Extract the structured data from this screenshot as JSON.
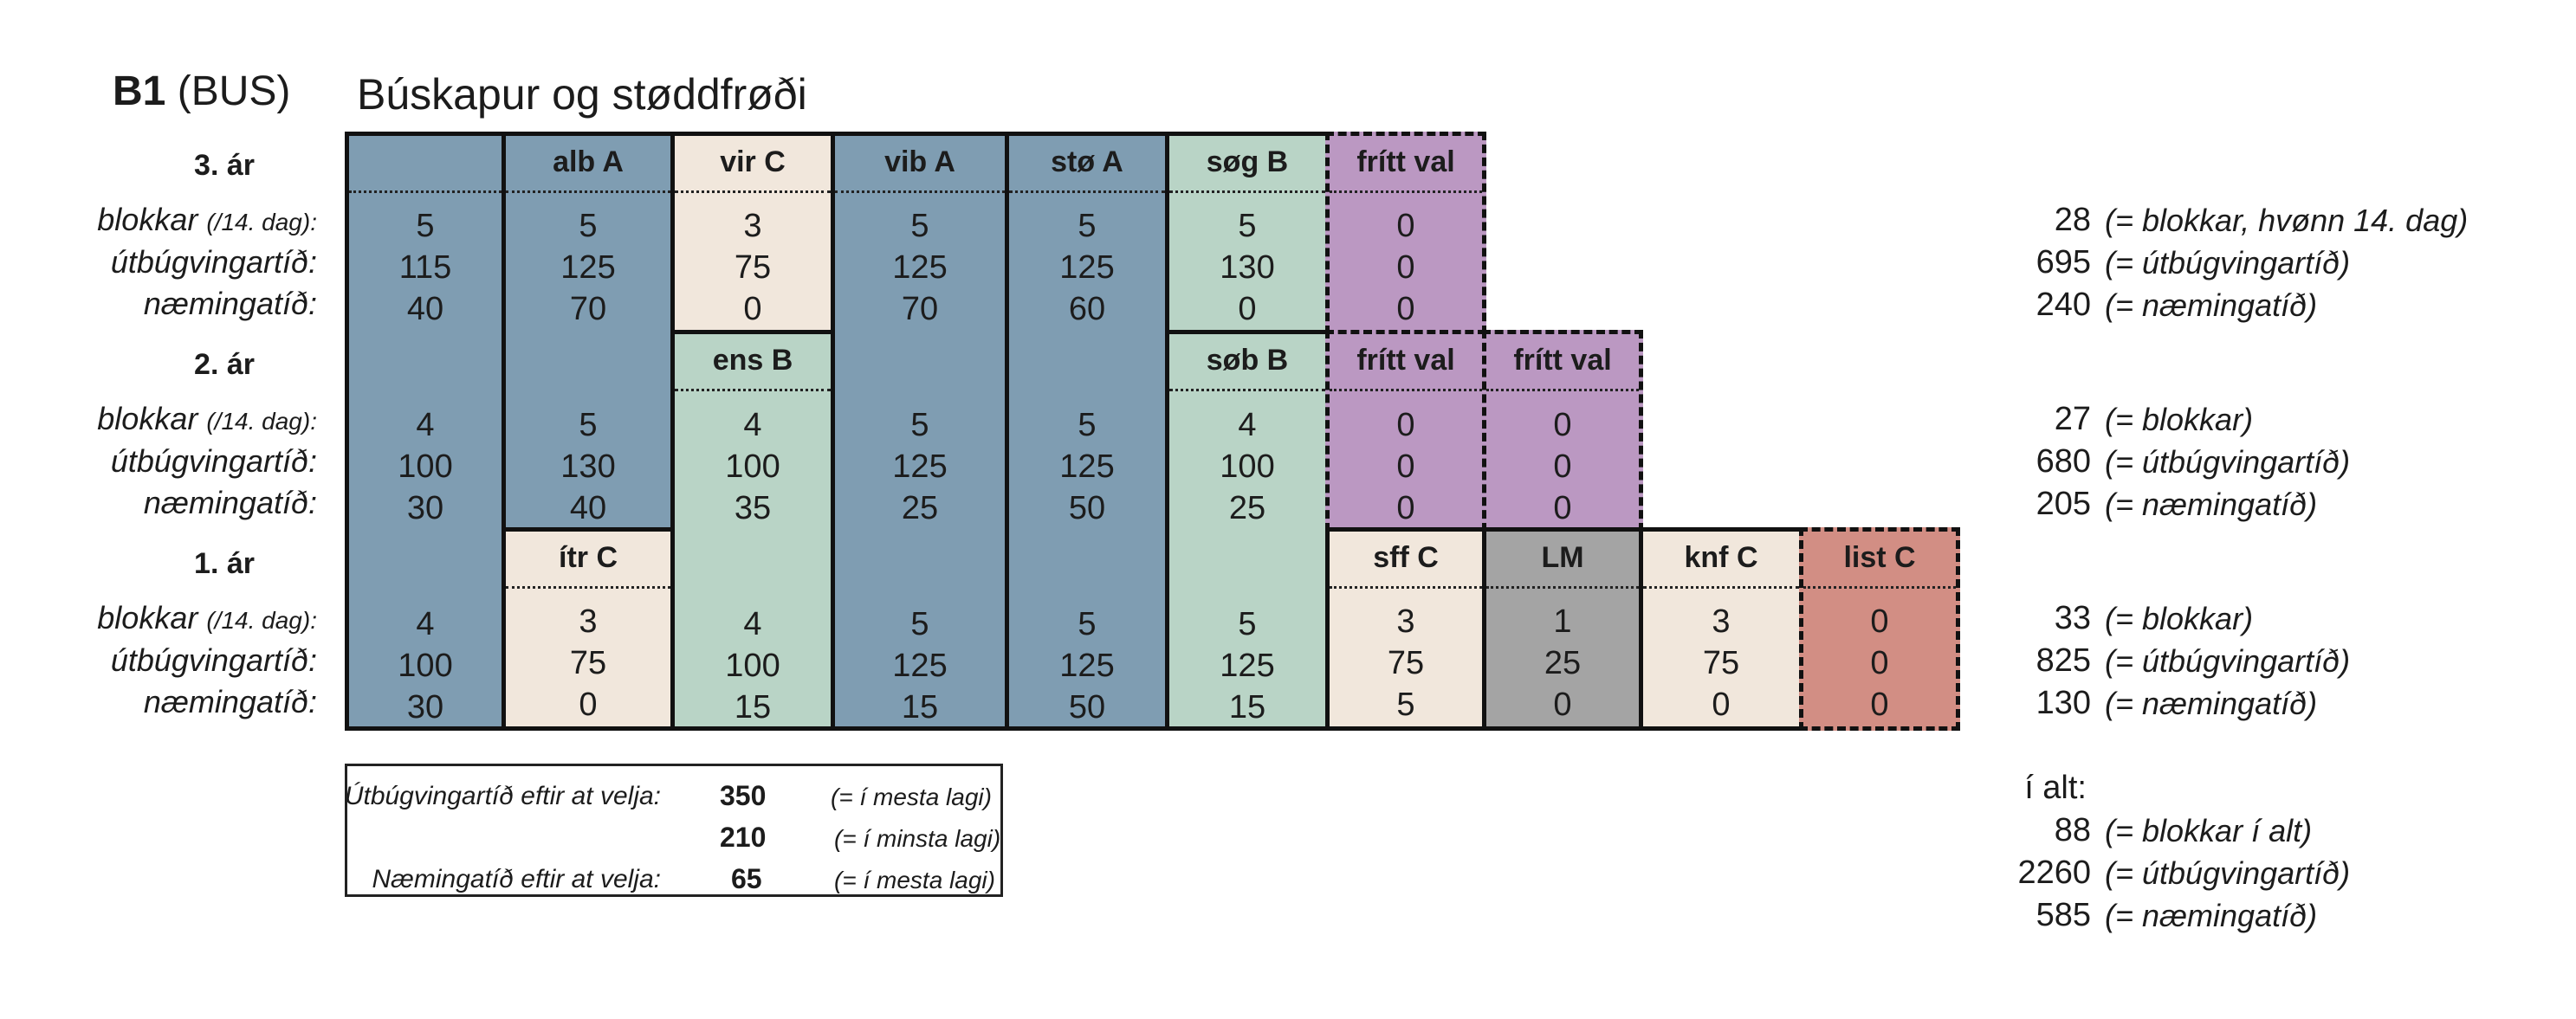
{
  "header": {
    "code": "B1",
    "code_suffix": "(BUS)",
    "title": "Búskapur og støddfrøði"
  },
  "labels": {
    "year3": "3. ár",
    "year2": "2. ár",
    "year1": "1. ár",
    "blokkar": "blokkar",
    "blokkar_sub": "(/14. dag):",
    "utbug": "útbúgvingartíð:",
    "neming": "næmingatíð:"
  },
  "colors": {
    "blue": "#7f9db2",
    "cream": "#f1e7dc",
    "green": "#b9d4c6",
    "purple": "#bb98c2",
    "grey": "#a4a4a4",
    "red": "#d28e84"
  },
  "courses": {
    "bus": {
      "name": "",
      "y3": [
        "5",
        "115",
        "40"
      ],
      "y2": [
        "4",
        "100",
        "30"
      ],
      "y1": [
        "4",
        "100",
        "30"
      ]
    },
    "alb": {
      "name": "alb A",
      "y3": [
        "5",
        "125",
        "70"
      ],
      "y2": [
        "5",
        "130",
        "40"
      ]
    },
    "itr": {
      "name": "ítr C",
      "y1": [
        "3",
        "75",
        "0"
      ]
    },
    "vir": {
      "name": "vir C",
      "y3": [
        "3",
        "75",
        "0"
      ]
    },
    "ens": {
      "name": "ens B",
      "y2": [
        "4",
        "100",
        "35"
      ],
      "y1": [
        "4",
        "100",
        "15"
      ]
    },
    "vib": {
      "name": "vib A",
      "y3": [
        "5",
        "125",
        "70"
      ],
      "y2": [
        "5",
        "125",
        "25"
      ],
      "y1": [
        "5",
        "125",
        "15"
      ]
    },
    "sto": {
      "name": "stø A",
      "y3": [
        "5",
        "125",
        "60"
      ],
      "y2": [
        "5",
        "125",
        "50"
      ],
      "y1": [
        "5",
        "125",
        "50"
      ]
    },
    "sog": {
      "name": "søg B",
      "y3": [
        "5",
        "130",
        "0"
      ]
    },
    "sob": {
      "name": "søb B",
      "y2": [
        "4",
        "100",
        "25"
      ],
      "y1": [
        "5",
        "125",
        "15"
      ]
    },
    "fv3": {
      "name": "frítt val",
      "y3": [
        "0",
        "0",
        "0"
      ]
    },
    "fv2a": {
      "name": "frítt val",
      "y2": [
        "0",
        "0",
        "0"
      ]
    },
    "fv2b": {
      "name": "frítt val",
      "y2": [
        "0",
        "0",
        "0"
      ]
    },
    "sff": {
      "name": "sff C",
      "y1": [
        "3",
        "75",
        "5"
      ]
    },
    "lm": {
      "name": "LM",
      "y1": [
        "1",
        "25",
        "0"
      ]
    },
    "knf": {
      "name": "knf C",
      "y1": [
        "3",
        "75",
        "0"
      ]
    },
    "list": {
      "name": "list C",
      "y1": [
        "0",
        "0",
        "0"
      ]
    }
  },
  "totals": {
    "y3": [
      {
        "v": "28",
        "n": "(= blokkar, hvønn 14. dag)"
      },
      {
        "v": "695",
        "n": "(= útbúgvingartíð)"
      },
      {
        "v": "240",
        "n": "(= næmingatíð)"
      }
    ],
    "y2": [
      {
        "v": "27",
        "n": "(= blokkar)"
      },
      {
        "v": "680",
        "n": "(= útbúgvingartíð)"
      },
      {
        "v": "205",
        "n": "(= næmingatíð)"
      }
    ],
    "y1": [
      {
        "v": "33",
        "n": "(= blokkar)"
      },
      {
        "v": "825",
        "n": "(= útbúgvingartíð)"
      },
      {
        "v": "130",
        "n": "(= næmingatíð)"
      }
    ],
    "all_label": "í alt:",
    "all": [
      {
        "v": "88",
        "n": "(= blokkar í alt)"
      },
      {
        "v": "2260",
        "n": "(= útbúgvingartíð)"
      },
      {
        "v": "585",
        "n": "(= næmingatíð)"
      }
    ]
  },
  "summary": {
    "utb_label": "Útbúgvingartíð eftir at velja:",
    "utb_max": "350",
    "utb_max_note": "(= í mesta lagi)",
    "utb_min": "210",
    "utb_min_note": "(= í minsta lagi)",
    "nem_label": "Næmingatíð eftir at velja:",
    "nem_max": "65",
    "nem_max_note": "(= í mesta lagi)"
  }
}
